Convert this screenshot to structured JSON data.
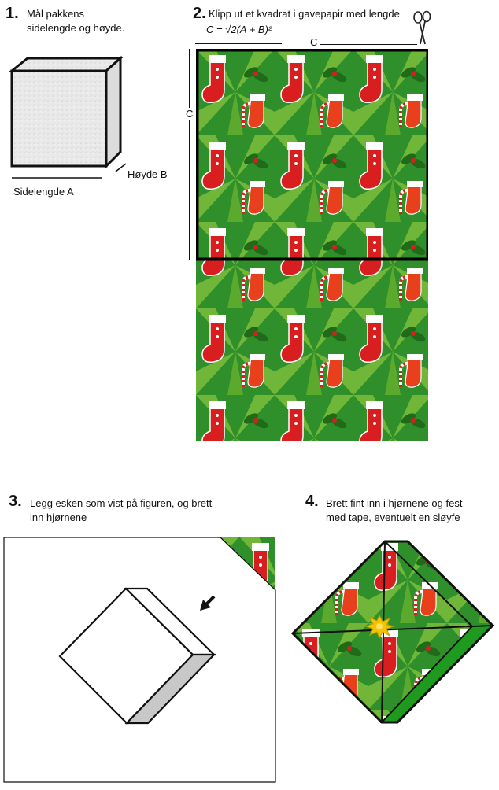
{
  "step1": {
    "number": "1.",
    "text_line1": "Mål pakkens",
    "text_line2": "sidelengde og høyde.",
    "label_height": "Høyde B",
    "label_side": "Sidelengde A"
  },
  "step2": {
    "number": "2.",
    "text": "Klipp ut et kvadrat i gavepapir med lengde",
    "formula": "C = √2(A + B)²",
    "label_top_c": "C",
    "label_left_c": "C",
    "scissors_icon": "scissors-icon"
  },
  "step3": {
    "number": "3.",
    "text_line1": "Legg esken som vist på figuren, og brett",
    "text_line2": "inn hjørnene",
    "arrow_icon": "fold-arrow-icon"
  },
  "step4": {
    "number": "4.",
    "text_line1": "Brett fint inn i hjørnene og fest",
    "text_line2": "med tape, eventuelt en sløyfe",
    "bow_icon": "bow-icon"
  },
  "colors": {
    "paper_green": "#2f8f2a",
    "paper_light_green": "#8cc63f",
    "stocking_red": "#d81e1e",
    "box_gray": "#c8c8c8",
    "bow_yellow": "#f5c400"
  }
}
